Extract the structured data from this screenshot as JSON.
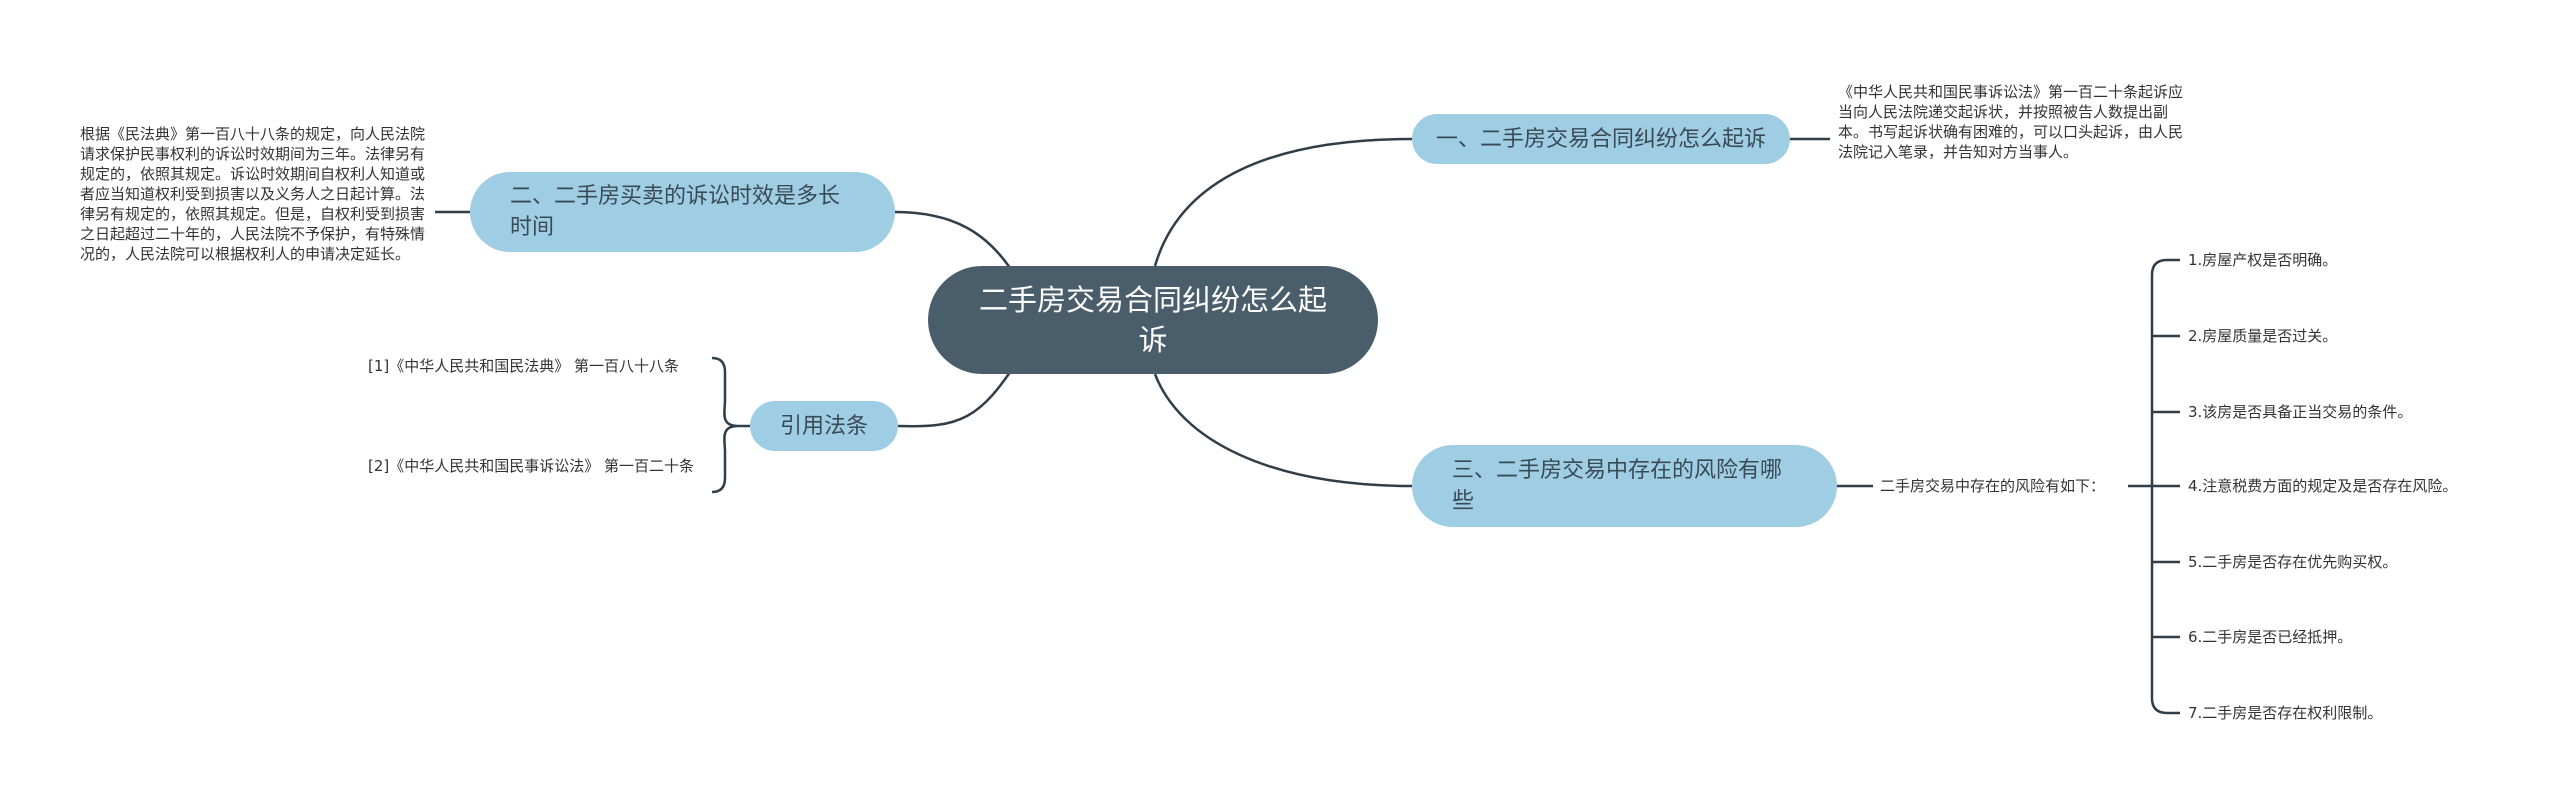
{
  "root": {
    "label": "二手房交易合同纠纷怎么起诉"
  },
  "branches": [
    {
      "label": "一、二手房交易合同纠纷怎么起诉",
      "text": "《中华人民共和国民事诉讼法》第一百二十条起诉应当向人民法院递交起诉状，并按照被告人数提出副本。书写起诉状确有困难的，可以口头起诉，由人民法院记入笔录，并告知对方当事人。"
    },
    {
      "label": "二、二手房买卖的诉讼时效是多长时间",
      "text": "根据《民法典》第一百八十八条的规定，向人民法院请求保护民事权利的诉讼时效期间为三年。法律另有规定的，依照其规定。诉讼时效期间自权利人知道或者应当知道权利受到损害以及义务人之日起计算。法律另有规定的，依照其规定。但是，自权利受到损害之日起超过二十年的，人民法院不予保护，有特殊情况的，人民法院可以根据权利人的申请决定延长。"
    },
    {
      "label": "引用法条",
      "refs": [
        "[1]《中华人民共和国民法典》 第一百八十八条",
        "[2]《中华人民共和国民事诉讼法》 第一百二十条"
      ]
    },
    {
      "label": "三、二手房交易中存在的风险有哪些",
      "intro": "二手房交易中存在的风险有如下：",
      "items": [
        "1.房屋产权是否明确。",
        "2.房屋质量是否过关。",
        "3.该房是否具备正当交易的条件。",
        "4.注意税费方面的规定及是否存在风险。",
        "5.二手房是否存在优先购买权。",
        "6.二手房是否已经抵押。",
        "7.二手房是否存在权利限制。"
      ]
    }
  ],
  "colors": {
    "root_bg": "#4a5d6b",
    "branch_bg": "#9fcde4",
    "line": "#2f3e48"
  }
}
